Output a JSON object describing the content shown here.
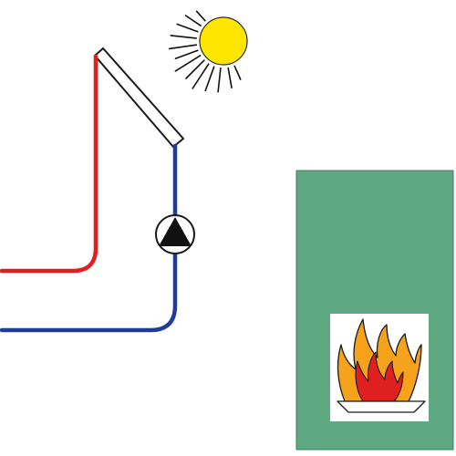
{
  "diagram": {
    "kind": "solar-thermal-system-schematic",
    "components": [
      "sun",
      "solar-collector",
      "circulation-pump",
      "hot-flow-pipe",
      "cold-return-pipe",
      "boiler",
      "flame-symbol"
    ]
  },
  "colors": {
    "background": "#ffffff",
    "sun_fill": "#ffe600",
    "sun_outline": "#2b2b2b",
    "sun_rays": "#111111",
    "collector_fill": "#ffffff",
    "collector_outline": "#1a1a1a",
    "hot_pipe": "#e0201e",
    "cold_pipe": "#1f3c99",
    "pump_fill": "#ffffff",
    "pump_outline": "#1a1a1a",
    "pump_arrow": "#111111",
    "boiler_fill": "#5ea882",
    "boiler_outline": "#3f7d5e",
    "flame_panel": "#ffffff",
    "flame_outer": "#f7a21b",
    "flame_inner": "#e0201e",
    "flame_outline": "#1a1a1a",
    "burner_tray": "#ffffff"
  }
}
